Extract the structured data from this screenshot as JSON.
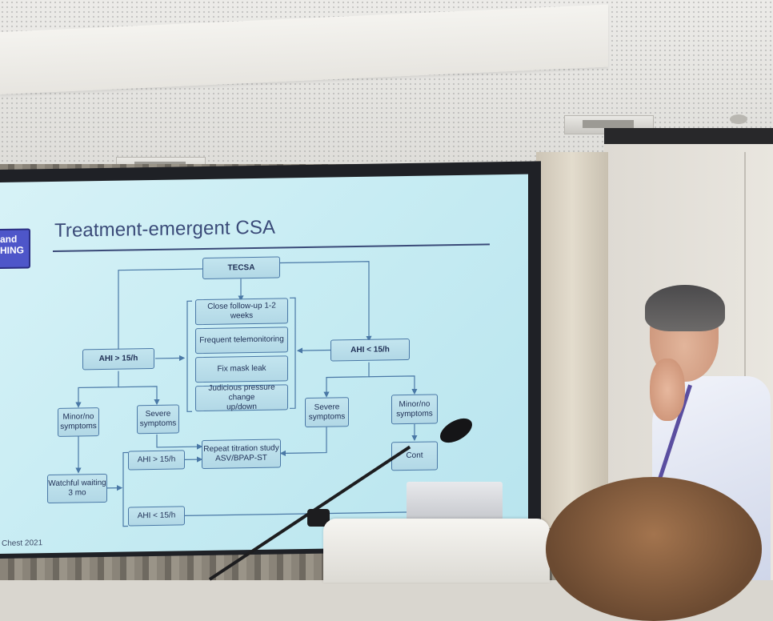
{
  "slide": {
    "title": "Treatment-emergent CSA",
    "logo_lines": [
      "and",
      "HING"
    ],
    "citation": "Chest 2021",
    "boxes": {
      "tecsa": "TECSA",
      "close_followup": "Close follow-up 1-2 weeks",
      "telemonitoring": "Frequent telemonitoring",
      "mask_leak": "Fix mask leak",
      "pressure_change": "Judicious pressure change\nup/down",
      "ahi_gt_left": "AHI > 15/h",
      "ahi_lt_right": "AHI < 15/h",
      "minor_left": "Minor/no\nsymptoms",
      "severe_left": "Severe\nsymptoms",
      "severe_right": "Severe\nsymptoms",
      "minor_right": "Minor/no\nsymptoms",
      "repeat_titration": "Repeat titration study\nASV/BPAP-ST",
      "ahi_gt_lower": "AHI > 15/h",
      "watchful": "Watchful waiting\n3 mo",
      "ahi_lt_lower": "AHI < 15/h",
      "continue": "Cont"
    }
  },
  "colors": {
    "slide_bg": "#c7ecf3",
    "box_border": "#4a78a6",
    "title_color": "#3a4a78",
    "logo_bg": "#4e56c9"
  }
}
